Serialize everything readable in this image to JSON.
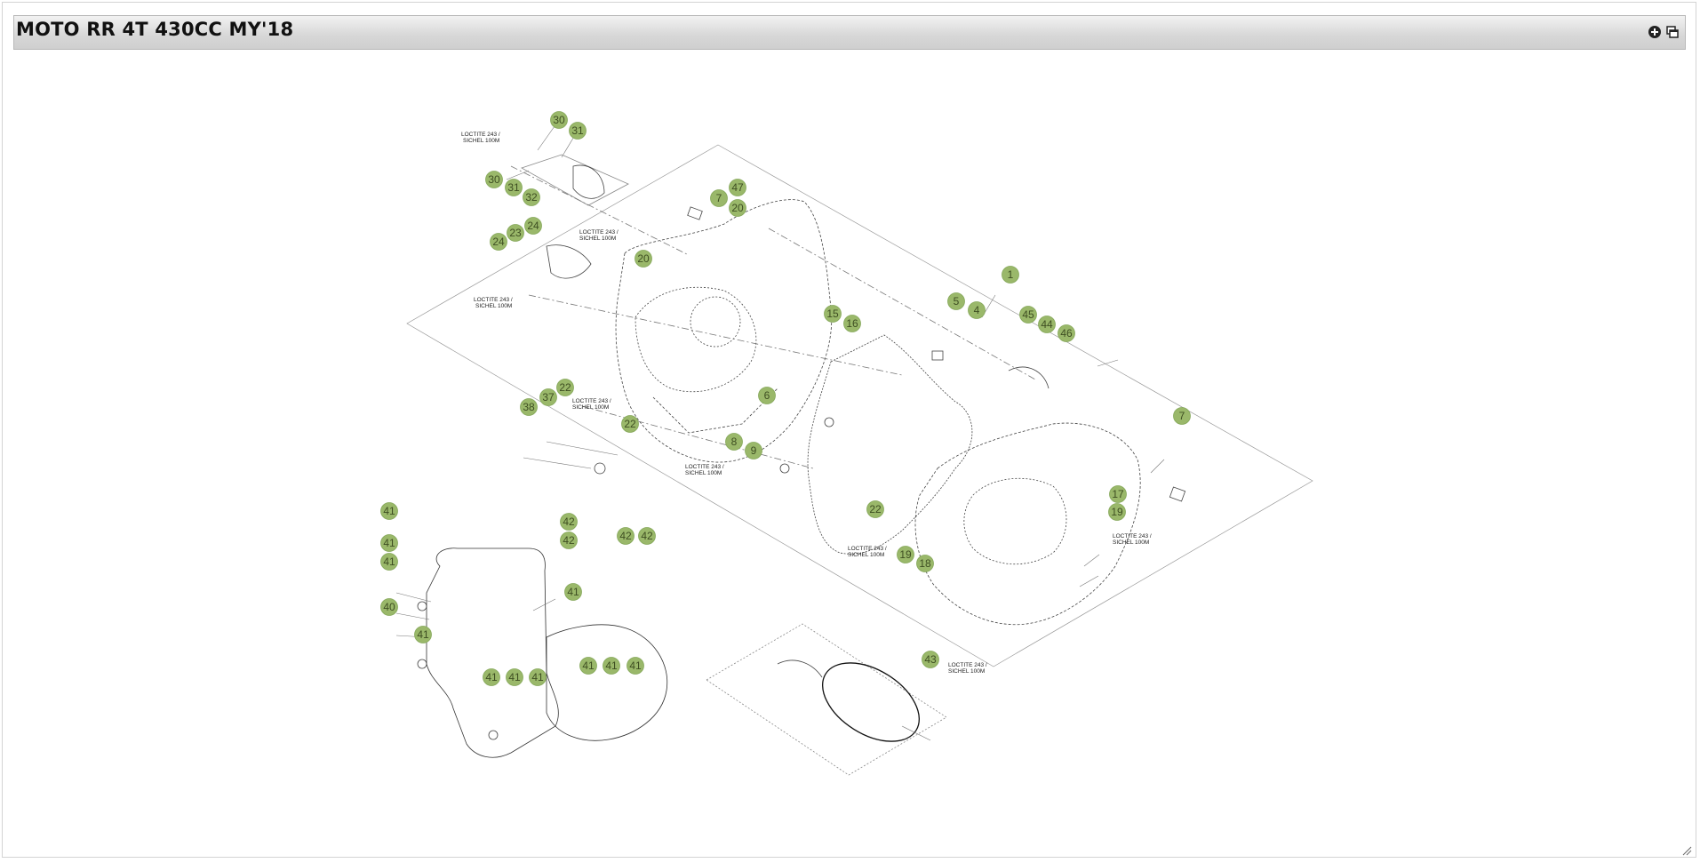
{
  "window": {
    "title": "MOTO RR 4T 430CC MY'18",
    "buttons": [
      {
        "name": "zoom-in-button",
        "icon": "plus-circle-icon"
      },
      {
        "name": "open-window-button",
        "icon": "windows-icon"
      }
    ]
  },
  "diagram": {
    "callouts": [
      "30",
      "31",
      "30",
      "31",
      "32",
      "7",
      "47",
      "20",
      "24",
      "23",
      "24",
      "20",
      "1",
      "5",
      "4",
      "45",
      "44",
      "46",
      "15",
      "16",
      "22",
      "37",
      "38",
      "22",
      "6",
      "8",
      "9",
      "7",
      "17",
      "19",
      "22",
      "19",
      "18",
      "41",
      "41",
      "41",
      "40",
      "41",
      "41",
      "41",
      "41",
      "42",
      "42",
      "42",
      "42",
      "41",
      "41",
      "41",
      "41",
      "43"
    ],
    "notes": [
      [
        "LOCTITE 243 /",
        "SICHEL 100M"
      ],
      [
        "LOCTITE 243 /",
        "SICHEL 100M"
      ],
      [
        "LOCTITE 243 /",
        "SICHEL 100M"
      ],
      [
        "LOCTITE 243 /",
        "SICHEL 100M"
      ],
      [
        "LOCTITE 243 /",
        "SICHEL 100M"
      ],
      [
        "LOCTITE 243 /",
        "SICHEL 100M"
      ],
      [
        "LOCTITE 243 /",
        "SICHEL 100M"
      ],
      [
        "LOCTITE 243 /",
        "SICHEL 100M"
      ]
    ]
  },
  "colors": {
    "callout_fill": "#9ab86a",
    "callout_text": "#3e4e22",
    "header_bg": "#d7d7d7"
  }
}
